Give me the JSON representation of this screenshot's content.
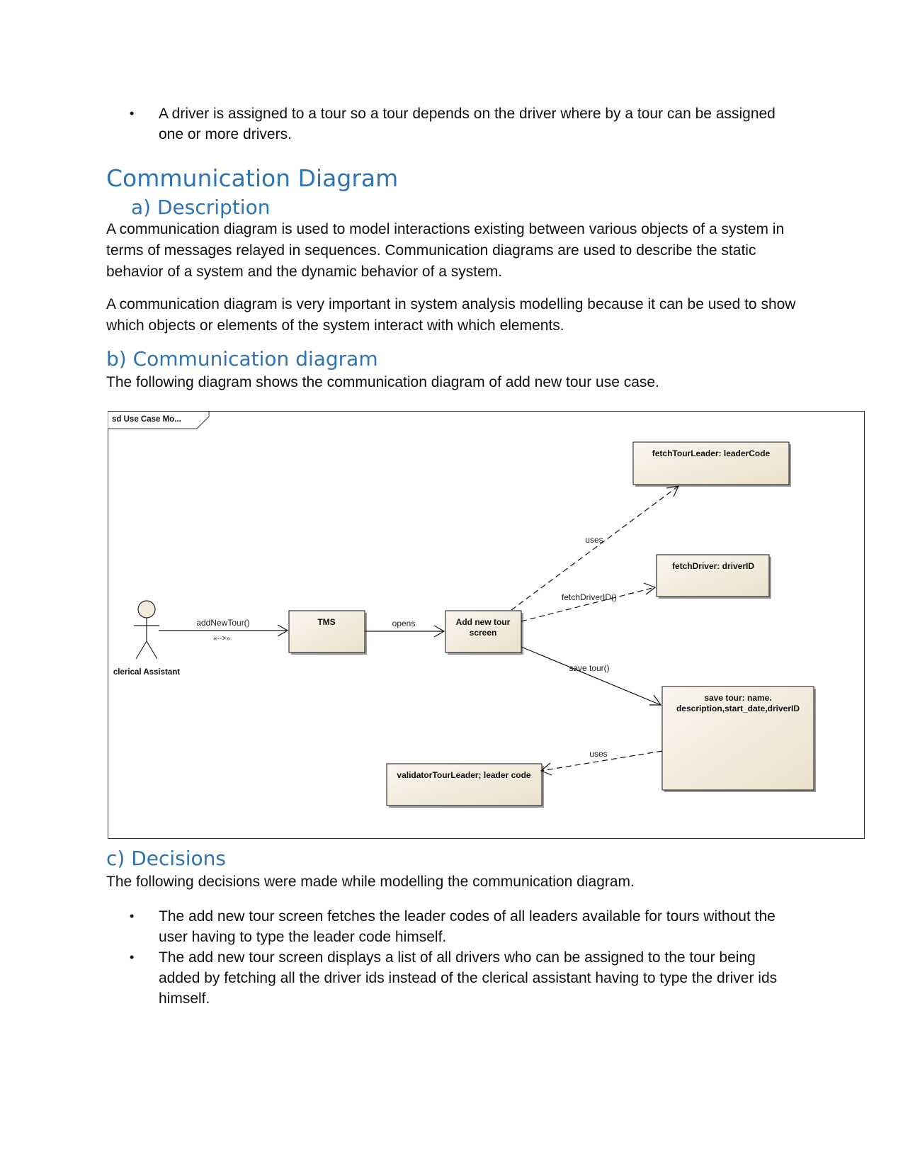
{
  "top_bullets": [
    "A driver is assigned to a tour so a tour depends on the driver where by a tour can be assigned one or more drivers."
  ],
  "heading_main": "Communication Diagram",
  "section_a": {
    "heading": "a) Description",
    "paragraphs": [
      "A communication diagram is used to model interactions existing between various objects of a system in terms of messages relayed in sequences. Communication diagrams are used to describe the static behavior of a system and the dynamic behavior of a system.",
      "A communication diagram is very important in system analysis modelling because it can be used to show which objects or elements of the system interact with which elements."
    ]
  },
  "section_b": {
    "heading": "b)  Communication diagram",
    "intro": "The following diagram shows the communication diagram of add new tour use case."
  },
  "diagram": {
    "frame_label": "sd Use Case Mo...",
    "actor": "clerical Assistant",
    "nodes": {
      "tms": "TMS",
      "add_screen_1": "Add new  tour",
      "add_screen_2": "screen",
      "fetch_leader": "fetchTourLeader: leaderCode",
      "fetch_driver": "fetchDriver: driverID",
      "save_tour_1": "save tour: name.",
      "save_tour_2": "description,start_date,driverID",
      "validator": "validatorTourLeader; leader code"
    },
    "messages": {
      "add_new_tour": "addNewTour()",
      "add_new_tour_stereo": "«-->»",
      "opens": "opens",
      "uses_leader": "uses",
      "fetch_driver_id": "fetchDriverID()",
      "save_tour": "save tour()",
      "uses_validator": "uses"
    },
    "colors": {
      "node_fill": "#f3ebdc",
      "node_shadow": "#9a9a9a",
      "line": "#111111"
    }
  },
  "section_c": {
    "heading": "c) Decisions",
    "intro": "The following decisions were made while modelling the communication diagram.",
    "bullets": [
      "The add new tour screen fetches the leader codes of all leaders available for tours without the user having to type the leader code himself.",
      "The add new tour screen displays a list of all drivers who can be assigned to the tour being added by fetching all the driver ids instead of the clerical assistant having to type the driver ids himself."
    ]
  }
}
